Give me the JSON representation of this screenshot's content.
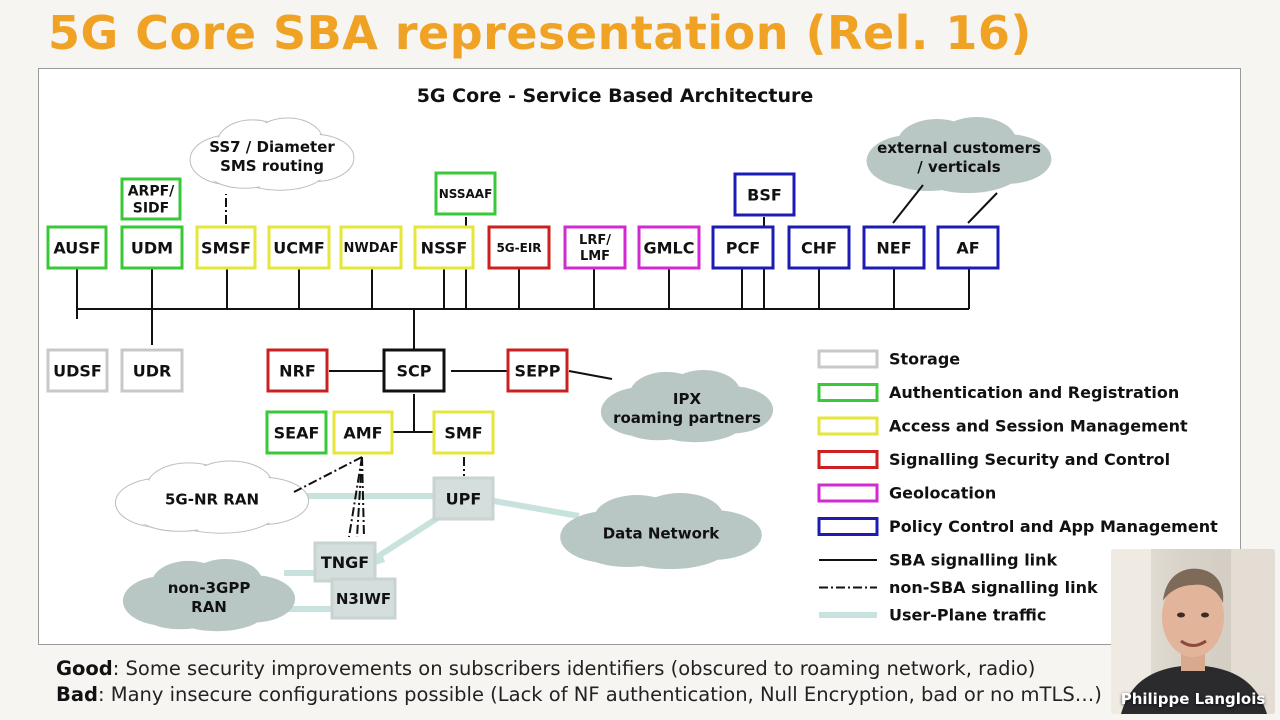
{
  "slide": {
    "title": "5G Core SBA representation (Rel. 16)",
    "footer": [
      {
        "label": "Good",
        "text": ": Some security improvements on subscribers identifiers (obscured to roaming network, radio)"
      },
      {
        "label": "Bad",
        "text": ": Many insecure configurations possible (Lack of NF authentication, Null Encryption, bad or no mTLS…)"
      }
    ]
  },
  "diagram": {
    "title": "5G Core - Service Based Architecture",
    "category_colors": {
      "storage": "#c8c8c8",
      "auth": "#38c838",
      "access": "#e6e63a",
      "security": "#cc1f1f",
      "geo": "#d22ad2",
      "policy": "#1c1cb4",
      "core": "#111111",
      "userplane": "#c8e3de"
    },
    "nodes": {
      "ausf": "AUSF",
      "udm": "UDM",
      "arpf": [
        "ARPF/",
        "SIDF"
      ],
      "smsf": "SMSF",
      "ucmf": "UCMF",
      "nwdaf": "NWDAF",
      "nssf": "NSSF",
      "nssaaf": "NSSAAF",
      "eir": "5G-EIR",
      "lrf": [
        "LRF/",
        "LMF"
      ],
      "gmlc": "GMLC",
      "pcf": "PCF",
      "bsf": "BSF",
      "chf": "CHF",
      "nef": "NEF",
      "af": "AF",
      "udsf": "UDSF",
      "udr": "UDR",
      "nrf": "NRF",
      "scp": "SCP",
      "sepp": "SEPP",
      "seaf": "SEAF",
      "amf": "AMF",
      "smf": "SMF",
      "upf": "UPF",
      "tngf": "TNGF",
      "n3iwf": "N3IWF"
    },
    "clouds": {
      "ss7": [
        "SS7 / Diameter",
        "SMS routing"
      ],
      "external": [
        "external customers",
        "/ verticals"
      ],
      "ipx": [
        "IPX",
        "roaming partners"
      ],
      "ran": "5G-NR RAN",
      "non3gpp": [
        "non-3GPP",
        "RAN"
      ],
      "dn": "Data Network"
    },
    "legend": [
      {
        "label": "Storage",
        "swatch": "storage"
      },
      {
        "label": "Authentication and Registration",
        "swatch": "auth"
      },
      {
        "label": "Access and Session Management",
        "swatch": "access"
      },
      {
        "label": "Signalling Security and Control",
        "swatch": "security"
      },
      {
        "label": "Geolocation",
        "swatch": "geo"
      },
      {
        "label": "Policy Control and App Management",
        "swatch": "policy"
      },
      {
        "label": "SBA signalling link",
        "swatch": "solid"
      },
      {
        "label": "non-SBA signalling link",
        "swatch": "dashdot"
      },
      {
        "label": "User-Plane traffic",
        "swatch": "userplane"
      }
    ]
  },
  "video": {
    "speaker": "Philippe Langlois"
  }
}
